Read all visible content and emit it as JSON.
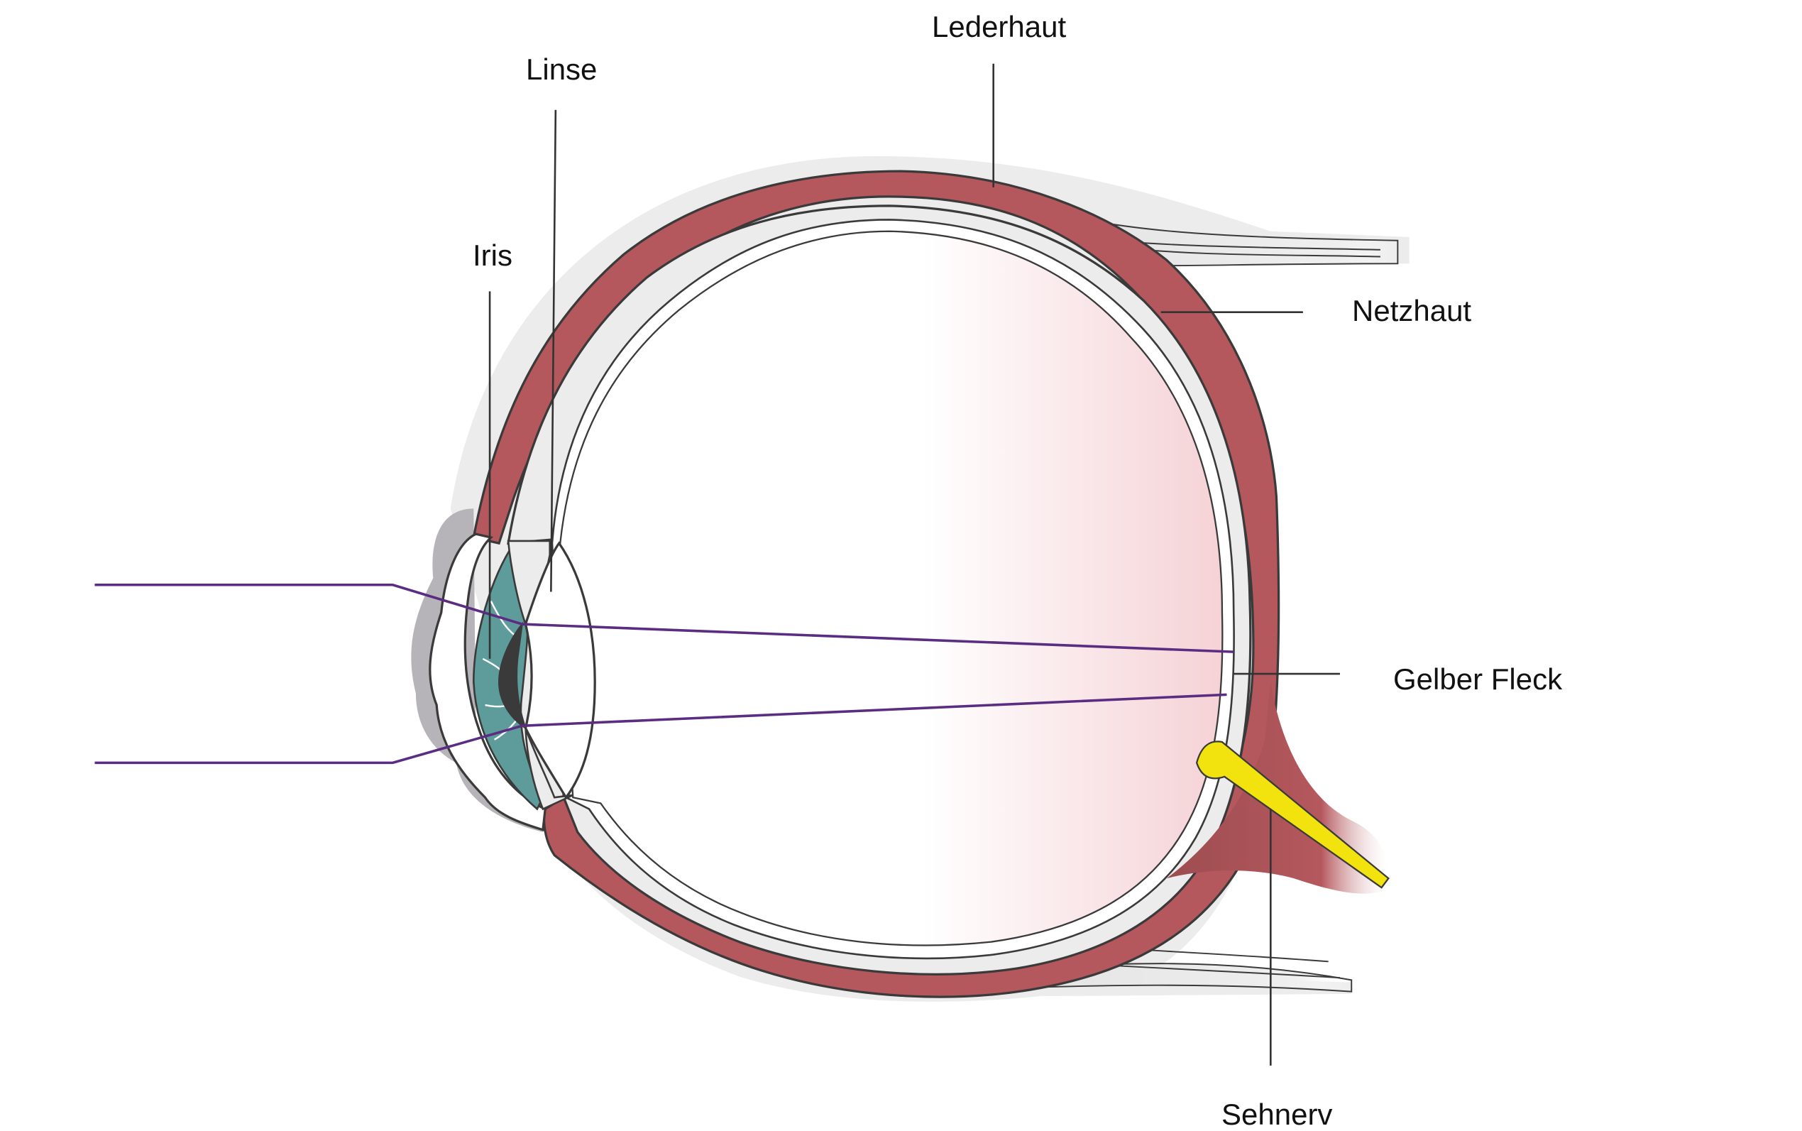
{
  "labels": {
    "lederhaut": "Lederhaut",
    "linse": "Linse",
    "iris": "Iris",
    "netzhaut": "Netzhaut",
    "gelber_fleck": "Gelber Fleck",
    "sehnerv": "Sehnerv"
  },
  "colors": {
    "sclera": "#b5585e",
    "sclera_stroke": "#3a3a3a",
    "choroid": "#ececec",
    "iris": "#5e9c9c",
    "pupil": "#3a3a3a",
    "light_ray": "#5a2d82",
    "optic_nerve_sheath": "#9c4d50",
    "optic_nerve": "#f2e30f",
    "outer_shadow": "#ececec",
    "eyelid_shadow": "#b6b3b9",
    "vitreous_tint": "#f5d2d6",
    "leader_line": "#333333"
  }
}
